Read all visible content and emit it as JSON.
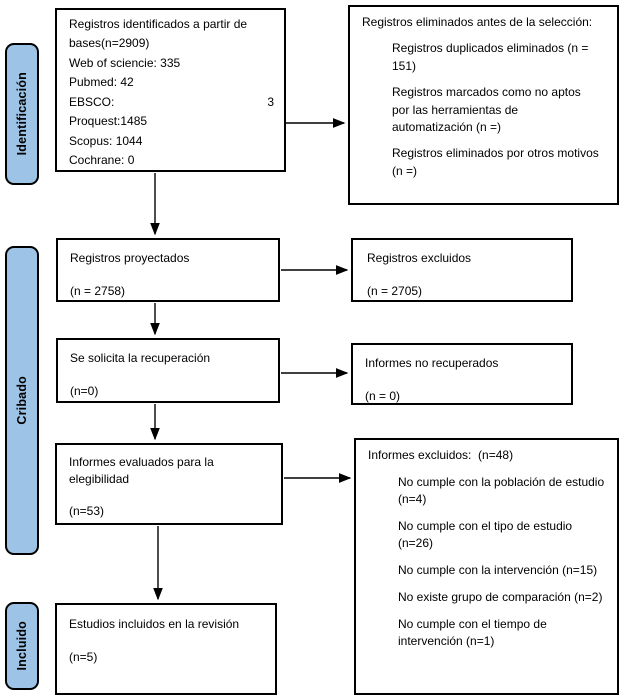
{
  "stages": {
    "identification": "Identificación",
    "screening": "Cribado",
    "included": "Incluido"
  },
  "boxes": {
    "identified": {
      "title": "Registros identificados a partir de bases(n=2909)",
      "sources": [
        {
          "label": "Web of sciencie: 335",
          "value": ""
        },
        {
          "label": "Pubmed: 42",
          "value": ""
        },
        {
          "label": "EBSCO:",
          "value": "3"
        },
        {
          "label": "Proquest:1485",
          "value": ""
        },
        {
          "label": "Scopus: 1044",
          "value": ""
        },
        {
          "label": "Cochrane: 0",
          "value": ""
        }
      ]
    },
    "removed_before_screening": {
      "title": "Registros eliminados antes de la selección:",
      "items": [
        "Registros duplicados eliminados (n = 151)",
        "Registros marcados como no aptos por las herramientas de automatización (n =)",
        "Registros eliminados por otros motivos (n =)"
      ]
    },
    "screened": {
      "title": "Registros proyectados",
      "n": "(n = 2758)"
    },
    "records_excluded": {
      "title": "Registros excluidos",
      "n": "(n = 2705)"
    },
    "retrieval": {
      "title": "Se solicita la recuperación",
      "n": "(n=0)"
    },
    "not_retrieved": {
      "title": "Informes no recuperados",
      "n": "(n = 0)"
    },
    "assessed": {
      "title": "Informes evaluados para la elegibilidad",
      "n": "(n=53)"
    },
    "reports_excluded": {
      "title": "Informes excluidos:  (n=48)",
      "items": [
        "No cumple con la población de estudio (n=4)",
        "No cumple con el tipo de estudio (n=26)",
        "No cumple con la intervención (n=15)",
        "No existe grupo de comparación (n=2)",
        "No cumple con el tiempo de intervención (n=1)"
      ]
    },
    "included_studies": {
      "title": "Estudios incluidos en la revisión",
      "n": "(n=5)"
    }
  },
  "colors": {
    "stage_fill": "#9DC3E6",
    "line": "#000000"
  }
}
